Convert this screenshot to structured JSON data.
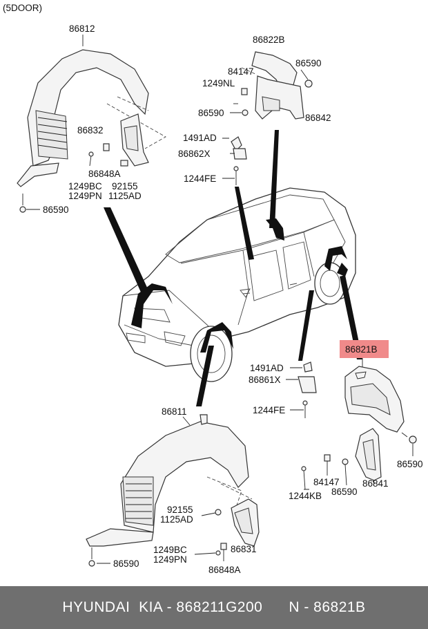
{
  "variant": "(5DOOR)",
  "labels": {
    "p86812": "86812",
    "p86832": "86832",
    "p86848A_top": "86848A",
    "p1249BC_top": "1249BC",
    "p1249PN_top": "1249PN",
    "p92155_top": "92155",
    "p1125AD_top": "1125AD",
    "p86590_topleft": "86590",
    "p86822B": "86822B",
    "p84147_top": "84147",
    "p1249NL": "1249NL",
    "p86590_topmid": "86590",
    "p86590_topright": "86590",
    "p86842": "86842",
    "p1491AD_top": "1491AD",
    "p86862X": "86862X",
    "p1244FE_top": "1244FE",
    "p86821B": "86821B",
    "p1491AD_bot": "1491AD",
    "p86861X": "86861X",
    "p1244FE_bot": "1244FE",
    "p86590_right": "86590",
    "p84147_bot": "84147",
    "p86590_botmid": "86590",
    "p86841": "86841",
    "p1244KB": "1244KB",
    "p86811": "86811",
    "p92155_bot": "92155",
    "p1125AD_bot": "1125AD",
    "p1249BC_bot": "1249BC",
    "p1249PN_bot": "1249PN",
    "p86831": "86831",
    "p86848A_bot": "86848A",
    "p86590_botleft": "86590"
  },
  "highlight": {
    "part": "86821B",
    "color": "#f08a8a"
  },
  "footer": "HYUNDAI  KIA - 868211G200      N - 86821B"
}
